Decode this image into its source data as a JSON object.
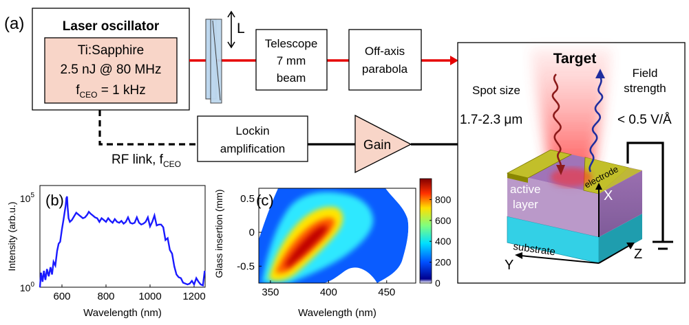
{
  "panels": {
    "a": "(a)",
    "b": "(b)",
    "c": "(c)"
  },
  "oscillator": {
    "title": "Laser oscillator",
    "line1": "Ti:Sapphire",
    "line2": "2.5 nJ @ 80 MHz",
    "fceo_prefix": "f",
    "fceo_sub": "CEO",
    "fceo_value": " = 1 kHz"
  },
  "wedge_label": "L",
  "telescope": {
    "line1": "Telescope",
    "line2": "7 mm",
    "line3": "beam"
  },
  "parabola": {
    "line1": "Off-axis",
    "line2": "parabola"
  },
  "lockin": {
    "line1": "Lockin",
    "line2": "amplification"
  },
  "gain": "Gain",
  "rf_link": {
    "prefix": "RF link, f",
    "sub": "CEO"
  },
  "target": {
    "title": "Target",
    "spot_label": "Spot size",
    "spot_value": "1.7-2.3 μm",
    "field_label1": "Field",
    "field_label2": "strength",
    "field_value": "< 0.5 V/Å",
    "electrode": "electrode",
    "active1": "active",
    "active2": "layer",
    "substrate": "substrate",
    "axis_x": "X",
    "axis_y": "Y",
    "axis_z": "Z"
  },
  "colors": {
    "beam": "#e60000",
    "box_fill": "#f8d5c8",
    "wedge": "#bdd7ee",
    "pulse_red": "#8b1a1a",
    "pulse_blue": "#1f2e9e",
    "spectrum": "#1a1aff"
  },
  "chart_data": [
    {
      "type": "line",
      "panel": "(b)",
      "xlabel": "Wavelength (nm)",
      "ylabel": "Intensity (arb.u.)",
      "xlim": [
        500,
        1250
      ],
      "xticks": [
        "600",
        "800",
        "1000",
        "1200"
      ],
      "ylog": true,
      "ylim_exp": [
        0,
        5.6
      ],
      "yticks": [
        {
          "base": "10",
          "exp": "0"
        },
        {
          "base": "10",
          "exp": "5"
        }
      ],
      "series": [
        {
          "x": [
            500,
            505,
            512,
            518,
            525,
            532,
            540,
            548,
            555,
            562,
            570,
            578,
            585,
            592,
            600,
            607,
            612,
            617,
            620,
            623,
            626,
            630,
            636,
            645,
            655,
            665,
            675,
            685,
            695,
            705,
            715,
            722,
            730,
            740,
            750,
            760,
            770,
            780,
            790,
            800,
            810,
            820,
            830,
            840,
            850,
            860,
            870,
            880,
            890,
            900,
            910,
            920,
            930,
            940,
            950,
            960,
            970,
            980,
            990,
            1000,
            1010,
            1020,
            1030,
            1040,
            1050,
            1060,
            1070,
            1080,
            1090,
            1100,
            1110,
            1120,
            1130,
            1140,
            1150,
            1160,
            1170,
            1180,
            1190,
            1200,
            1210,
            1220,
            1230,
            1240,
            1248
          ],
          "logy": [
            0.0,
            0.8,
            0.3,
            0.9,
            0.4,
            1.0,
            0.6,
            1.1,
            0.7,
            1.4,
            1.2,
            2.0,
            2.4,
            2.5,
            3.2,
            3.7,
            4.1,
            4.5,
            4.9,
            5.0,
            4.4,
            3.8,
            3.6,
            3.7,
            3.9,
            4.1,
            4.0,
            3.9,
            3.8,
            3.85,
            4.0,
            4.15,
            4.05,
            3.95,
            3.85,
            3.8,
            3.6,
            3.8,
            3.7,
            3.6,
            3.8,
            3.65,
            3.55,
            3.75,
            3.6,
            3.55,
            3.65,
            3.5,
            3.6,
            3.85,
            3.55,
            3.5,
            3.55,
            3.85,
            3.55,
            3.45,
            3.5,
            3.6,
            3.85,
            3.35,
            3.6,
            3.95,
            3.4,
            3.45,
            3.45,
            3.3,
            2.6,
            2.7,
            2.05,
            1.85,
            1.15,
            0.7,
            0.55,
            0.5,
            0.25,
            0.2,
            0.15,
            0.2,
            0.35,
            0.15,
            0.5,
            0.3,
            0.15,
            0.1,
            0.9
          ]
        }
      ]
    },
    {
      "type": "heatmap",
      "panel": "(c)",
      "xlabel": "Wavelength (nm)",
      "ylabel": "Glass insertion (mm)",
      "xlim": [
        340,
        475
      ],
      "ylim": [
        -0.75,
        0.65
      ],
      "xticks": [
        "350",
        "400",
        "450"
      ],
      "yticks": [
        "-0.5",
        "0",
        "0.5"
      ],
      "colorbar": {
        "min": 0,
        "max": 1000,
        "ticks": [
          "0",
          "200",
          "400",
          "600",
          "800"
        ]
      },
      "ridge": {
        "points": [
          [
            365,
            -0.6
          ],
          [
            380,
            -0.35
          ],
          [
            392,
            -0.15
          ],
          [
            402,
            0.0
          ],
          [
            410,
            0.12
          ],
          [
            420,
            0.3
          ],
          [
            430,
            0.5
          ]
        ],
        "peak_value": 950
      }
    }
  ]
}
